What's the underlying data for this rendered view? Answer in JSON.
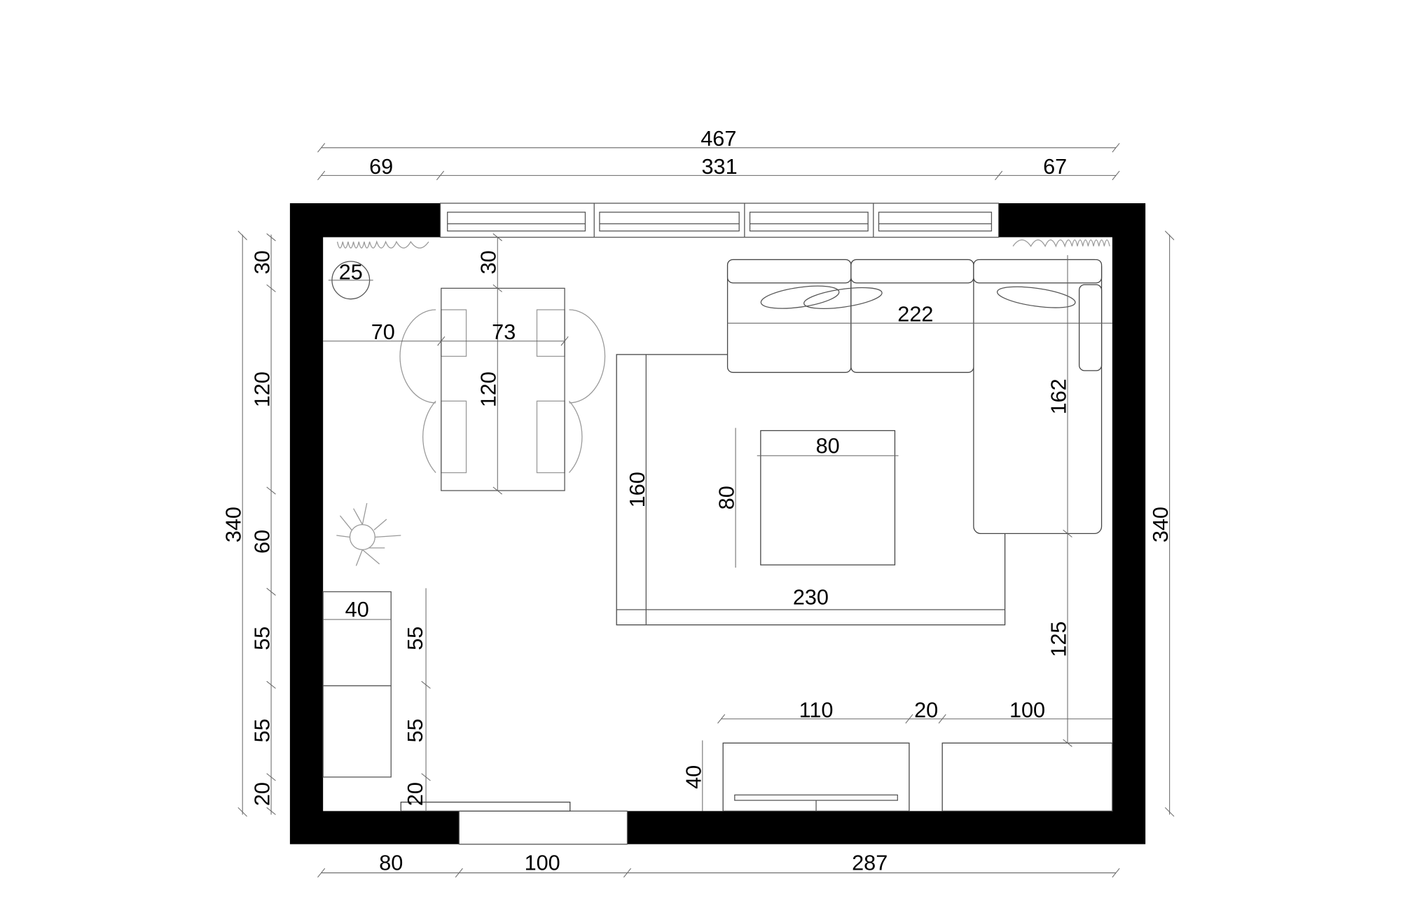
{
  "plan": {
    "overall": {
      "width_top": "467",
      "width_bottom_left": "80",
      "door": "100",
      "width_bottom_right": "287",
      "height_left": "340",
      "height_right": "340"
    },
    "window_row": {
      "left": "69",
      "window": "331",
      "right": "67"
    },
    "left_column": [
      "30",
      "120",
      "60",
      "55",
      "55",
      "20"
    ],
    "plant_diameter": "25",
    "dining": {
      "gap_top": "30",
      "gap_left": "70",
      "table_width": "73",
      "table_length": "120"
    },
    "sofa": {
      "length": "222",
      "chaise_length": "162",
      "gap_to_units": "125"
    },
    "rug": {
      "length": "230",
      "width": "160"
    },
    "coffee_table": {
      "width": "80",
      "depth": "80"
    },
    "left_cabinet": {
      "depth": "40",
      "sections": [
        "55",
        "55"
      ],
      "gap": "20"
    },
    "tv_units": {
      "tv_unit": "110",
      "gap": "20",
      "right_unit": "100",
      "depth": "40"
    },
    "colors": {
      "wall": "#000000",
      "lines": "#555555"
    }
  }
}
